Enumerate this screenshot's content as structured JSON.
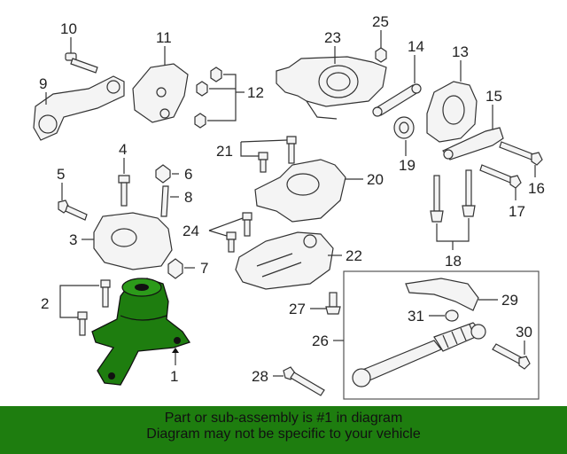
{
  "callouts": {
    "c1": "1",
    "c2": "2",
    "c3": "3",
    "c4": "4",
    "c5": "5",
    "c6": "6",
    "c7": "7",
    "c8": "8",
    "c9": "9",
    "c10": "10",
    "c11": "11",
    "c12": "12",
    "c13": "13",
    "c14": "14",
    "c15": "15",
    "c16": "16",
    "c17": "17",
    "c18": "18",
    "c19": "19",
    "c20": "20",
    "c21": "21",
    "c22": "22",
    "c23": "23",
    "c24": "24",
    "c25": "25",
    "c26": "26",
    "c27": "27",
    "c28": "28",
    "c29": "29",
    "c30": "30",
    "c31": "31"
  },
  "highlight_color": "#1e7d0f",
  "banner": {
    "line1": "Part or sub-assembly is #1 in diagram",
    "line2": "Diagram may not be specific to your vehicle"
  }
}
